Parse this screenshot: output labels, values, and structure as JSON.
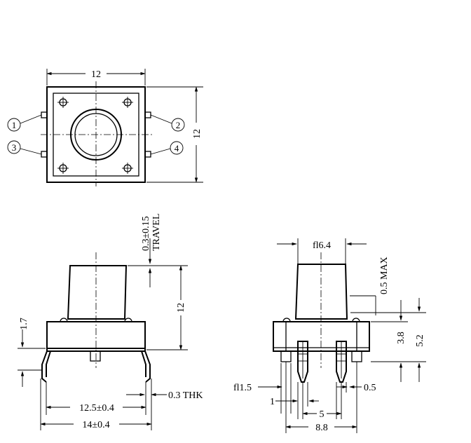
{
  "top_view": {
    "width_label": "12",
    "height_label": "12",
    "pins": [
      "1",
      "2",
      "3",
      "4"
    ]
  },
  "front_view": {
    "travel_value": "0.3±0.15",
    "travel_word": "TRAVEL",
    "height_label": "12",
    "base_label": "1.7",
    "thk_label": "0.3 THK",
    "span_label": "12.5±0.4",
    "total_label": "14±0.4"
  },
  "side_view": {
    "cap_dia": "fl6.4",
    "max_label": "0.5 MAX",
    "dim_38": "3.8",
    "dim_52": "5.2",
    "fl15": "fl1.5",
    "d1": "1",
    "d05": "0.5",
    "d5": "5",
    "d88": "8.8"
  }
}
